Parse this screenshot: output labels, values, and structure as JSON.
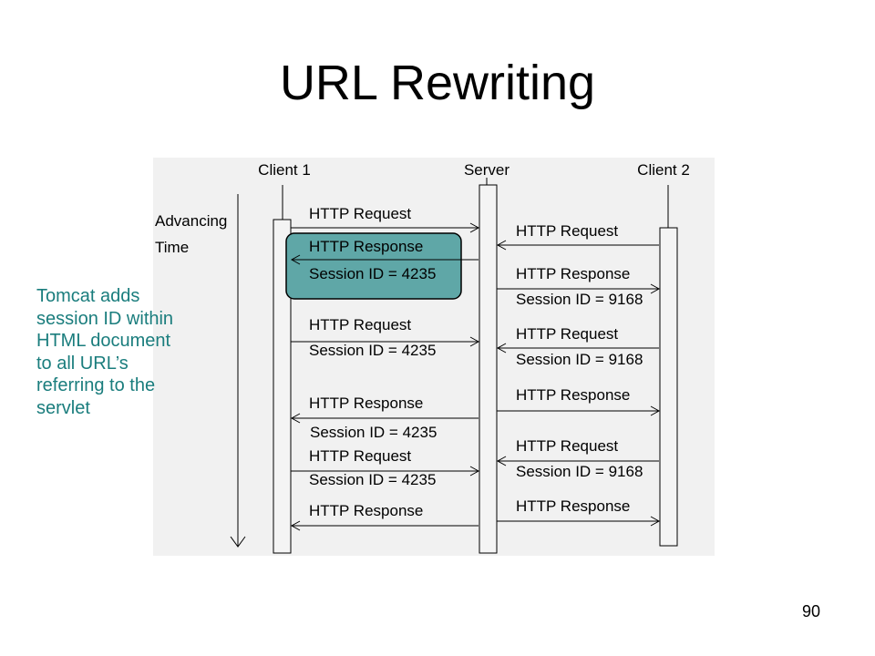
{
  "slide": {
    "title": "URL Rewriting",
    "side_note": "Tomcat adds\nsession ID within\nHTML document\nto all URL’s\nreferring to the\nservlet",
    "overlay_label": "Session ID = 4235",
    "page_number": "90",
    "highlight_color": "#5fa7a7",
    "note_color": "#1a7d7d"
  },
  "diagram": {
    "participants": [
      "Client 1",
      "Server",
      "Client 2"
    ],
    "time_label_line1": "Advancing",
    "time_label_line2": "Time",
    "messages": [
      {
        "from": "Client 1",
        "to": "Server",
        "line1": "HTTP Request",
        "line2": ""
      },
      {
        "from": "Client 2",
        "to": "Server",
        "line1": "HTTP Request",
        "line2": ""
      },
      {
        "from": "Server",
        "to": "Client 1",
        "line1": "HTTP Response",
        "line2": "Session ID = 4235",
        "highlighted": true
      },
      {
        "from": "Server",
        "to": "Client 2",
        "line1": "HTTP Response",
        "line2": "Session ID = 9168"
      },
      {
        "from": "Client 1",
        "to": "Server",
        "line1": "HTTP Request",
        "line2": "Session ID = 4235"
      },
      {
        "from": "Client 2",
        "to": "Server",
        "line1": "HTTP Request",
        "line2": "Session ID = 9168"
      },
      {
        "from": "Server",
        "to": "Client 1",
        "line1": "HTTP Response",
        "line2": ""
      },
      {
        "from": "Server",
        "to": "Client 2",
        "line1": "HTTP Response",
        "line2": ""
      },
      {
        "from": "Client 1",
        "to": "Server",
        "line1": "HTTP Request",
        "line2": "Session ID = 4235"
      },
      {
        "from": "Client 2",
        "to": "Server",
        "line1": "HTTP Request",
        "line2": "Session ID = 9168"
      },
      {
        "from": "Server",
        "to": "Client 1",
        "line1": "HTTP Response",
        "line2": ""
      },
      {
        "from": "Server",
        "to": "Client 2",
        "line1": "HTTP Response",
        "line2": ""
      }
    ]
  }
}
